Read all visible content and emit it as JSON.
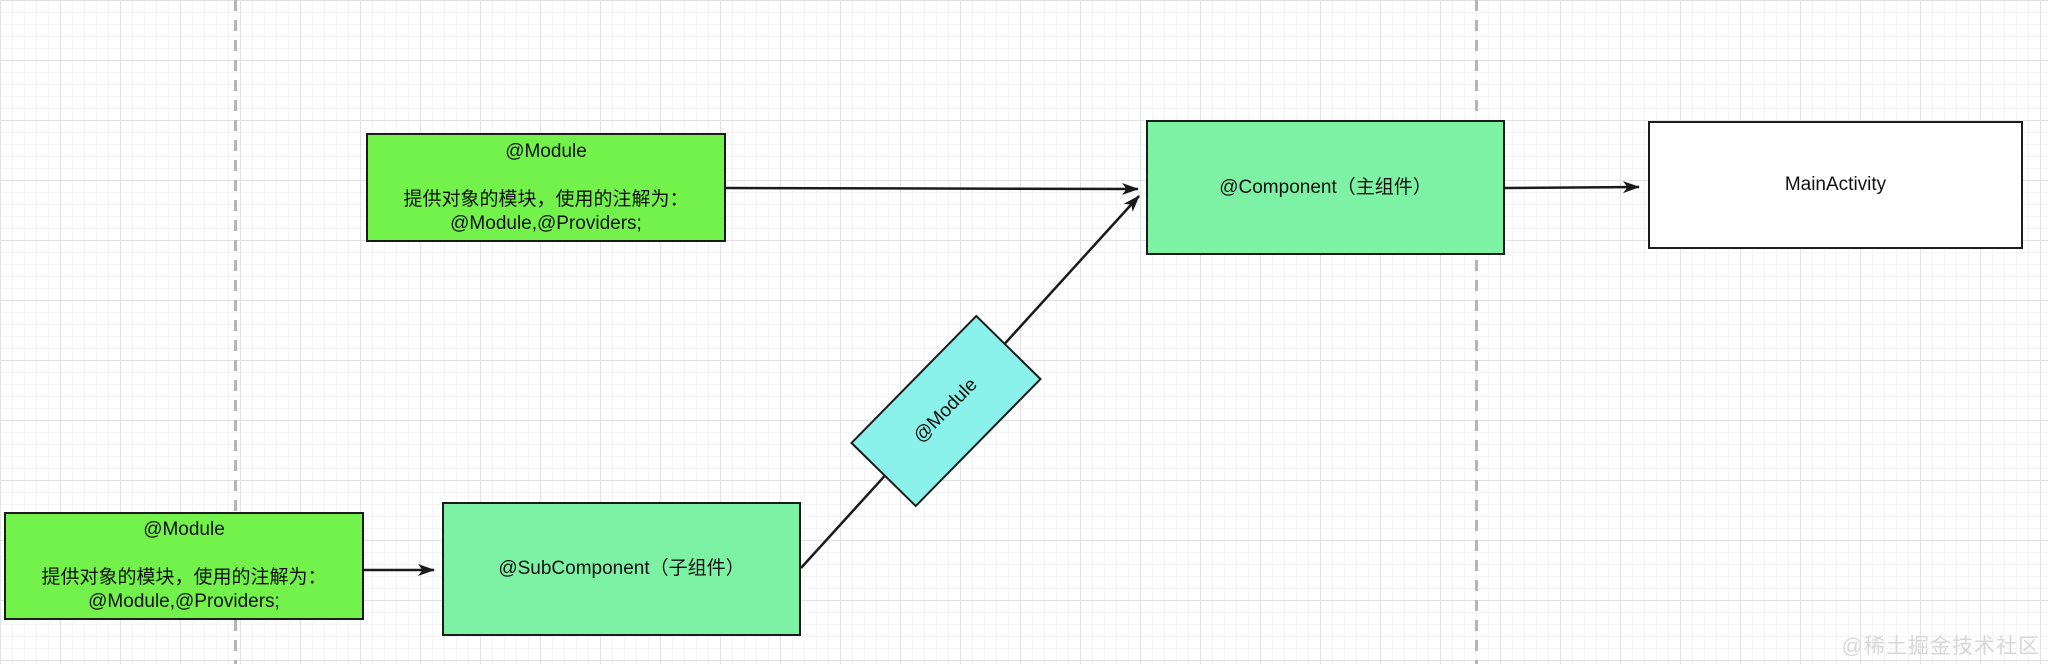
{
  "diagram": {
    "nodes": {
      "module_top": {
        "title": "@Module",
        "desc_line1": "提供对象的模块，使用的注解为：",
        "desc_line2": "@Module,@Providers;",
        "fill": "#73f24b"
      },
      "module_bottom": {
        "title": "@Module",
        "desc_line1": "提供对象的模块，使用的注解为：",
        "desc_line2": "@Module,@Providers;",
        "fill": "#73f24b"
      },
      "subcomponent": {
        "label": "@SubComponent（子组件）",
        "fill": "#7df2a4"
      },
      "module_rotated": {
        "label": "@Module",
        "fill": "#8af2ea"
      },
      "component": {
        "label": "@Component（主组件）",
        "fill": "#7df2a4"
      },
      "main_activity": {
        "label": "MainActivity",
        "fill": "#ffffff"
      }
    },
    "connectors": [
      {
        "name": "module-top-to-component",
        "from": "module_top",
        "to": "component"
      },
      {
        "name": "module-bottom-to-subcomponent",
        "from": "module_bottom",
        "to": "subcomponent"
      },
      {
        "name": "subcomponent-to-component",
        "from": "subcomponent",
        "to": "component"
      },
      {
        "name": "component-to-mainactivity",
        "from": "component",
        "to": "main_activity"
      }
    ],
    "colors": {
      "bright_green": "#73f24b",
      "mint_green": "#7df2a4",
      "cyan": "#8af2ea",
      "node_border": "#1b1b1b",
      "connector": "#1a1a1a",
      "grid_minor": "#f4f4f4",
      "grid_major": "#e2e2e2",
      "page_break": "#b5b5b5"
    },
    "watermark": "@稀土掘金技术社区"
  }
}
